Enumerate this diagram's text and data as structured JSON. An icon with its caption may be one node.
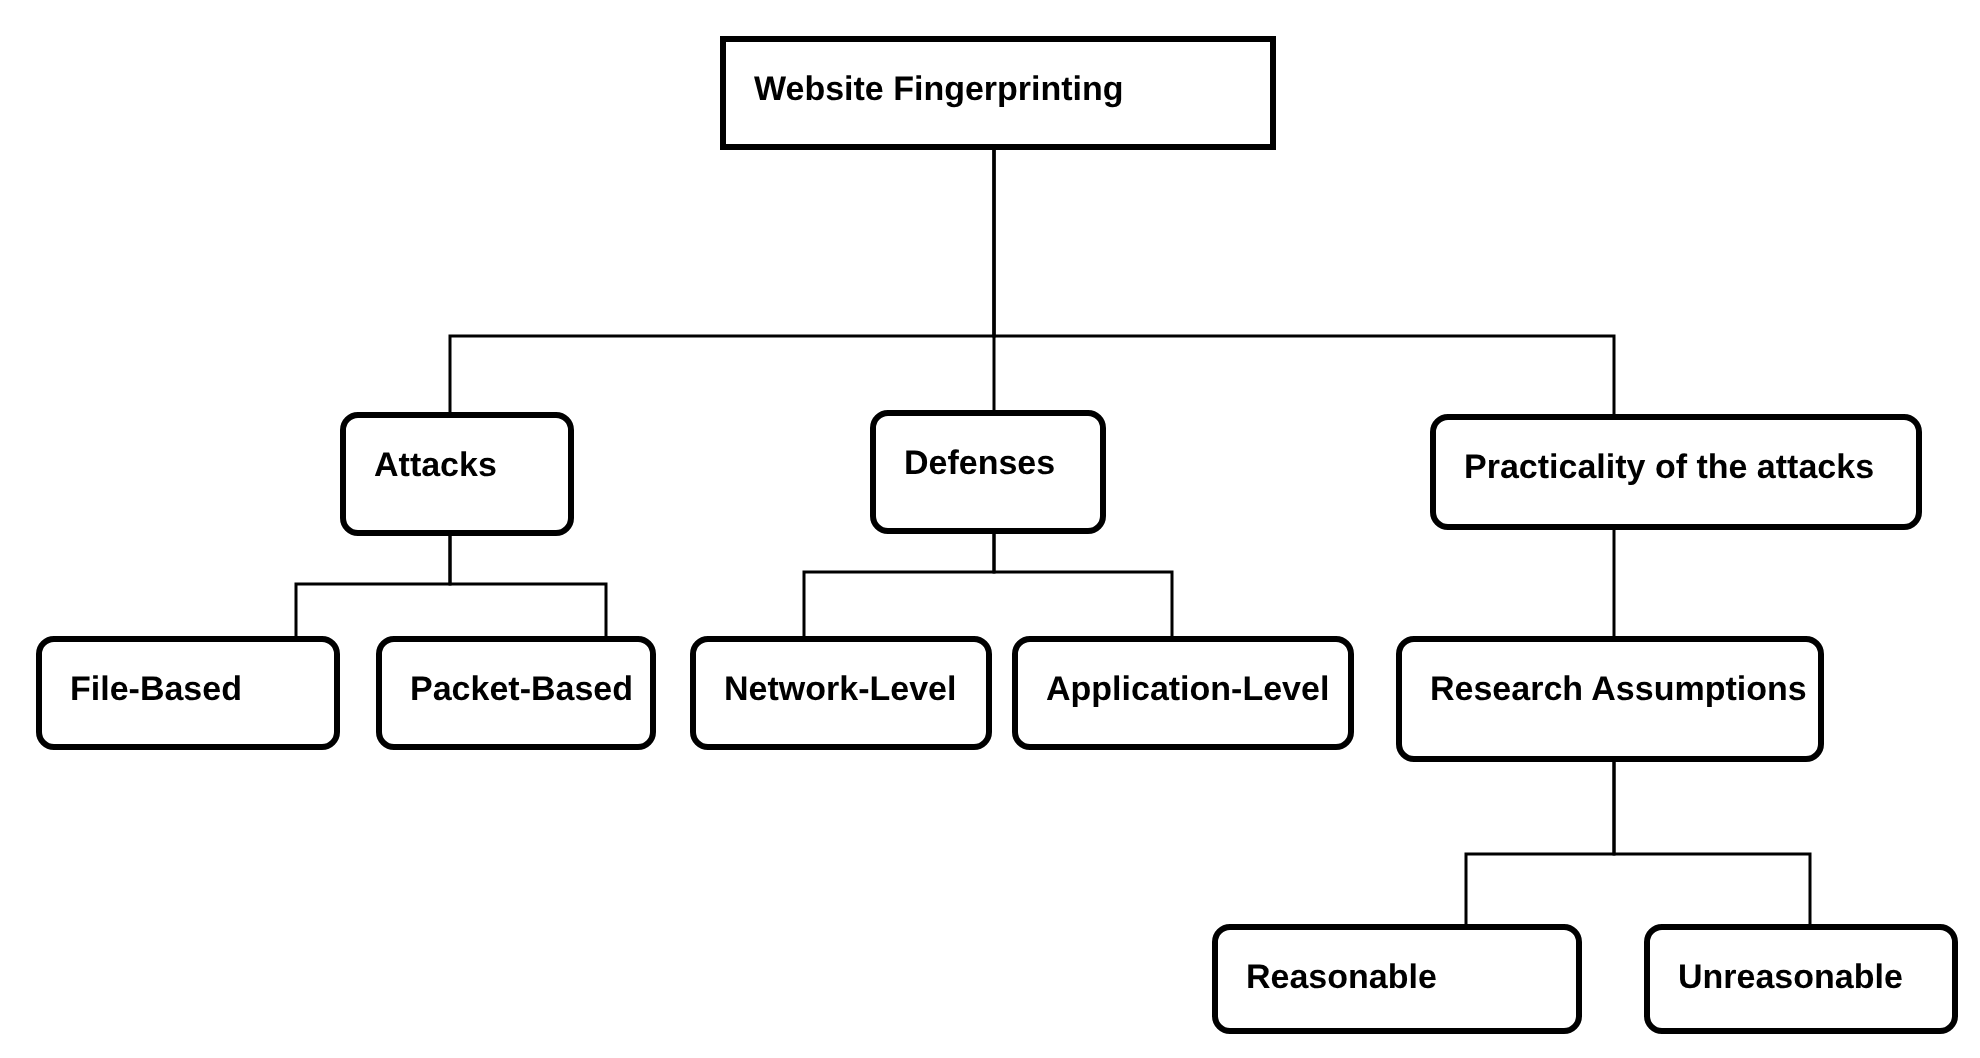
{
  "diagram": {
    "nodes": [
      {
        "text": [
          "Website Fingerprinting"
        ]
      },
      {
        "text": [
          "Attacks"
        ]
      },
      {
        "text": [
          "Defenses"
        ]
      },
      {
        "text": [
          "Practicality of the attacks"
        ]
      },
      {
        "text": [
          "File-Based"
        ]
      },
      {
        "text": [
          "Packet-Based"
        ]
      },
      {
        "text": [
          "Network-Level"
        ]
      },
      {
        "text": [
          "Application-Level"
        ]
      },
      {
        "text": [
          "Research Assumptions"
        ]
      },
      {
        "text": [
          "Reasonable"
        ]
      },
      {
        "text": [
          "Unreasonable"
        ]
      }
    ],
    "edges": [
      {
        "from": 0,
        "to": 1,
        "arrow": "none"
      },
      {
        "from": 0,
        "to": 2,
        "arrow": "none"
      },
      {
        "from": 0,
        "to": 3,
        "arrow": "none"
      },
      {
        "from": 1,
        "to": 4,
        "arrow": "none"
      },
      {
        "from": 1,
        "to": 5,
        "arrow": "none"
      },
      {
        "from": 2,
        "to": 6,
        "arrow": "none"
      },
      {
        "from": 2,
        "to": 7,
        "arrow": "none"
      },
      {
        "from": 3,
        "to": 8,
        "arrow": "none"
      },
      {
        "from": 8,
        "to": 9,
        "arrow": "none"
      },
      {
        "from": 8,
        "to": 10,
        "arrow": "none"
      }
    ]
  }
}
